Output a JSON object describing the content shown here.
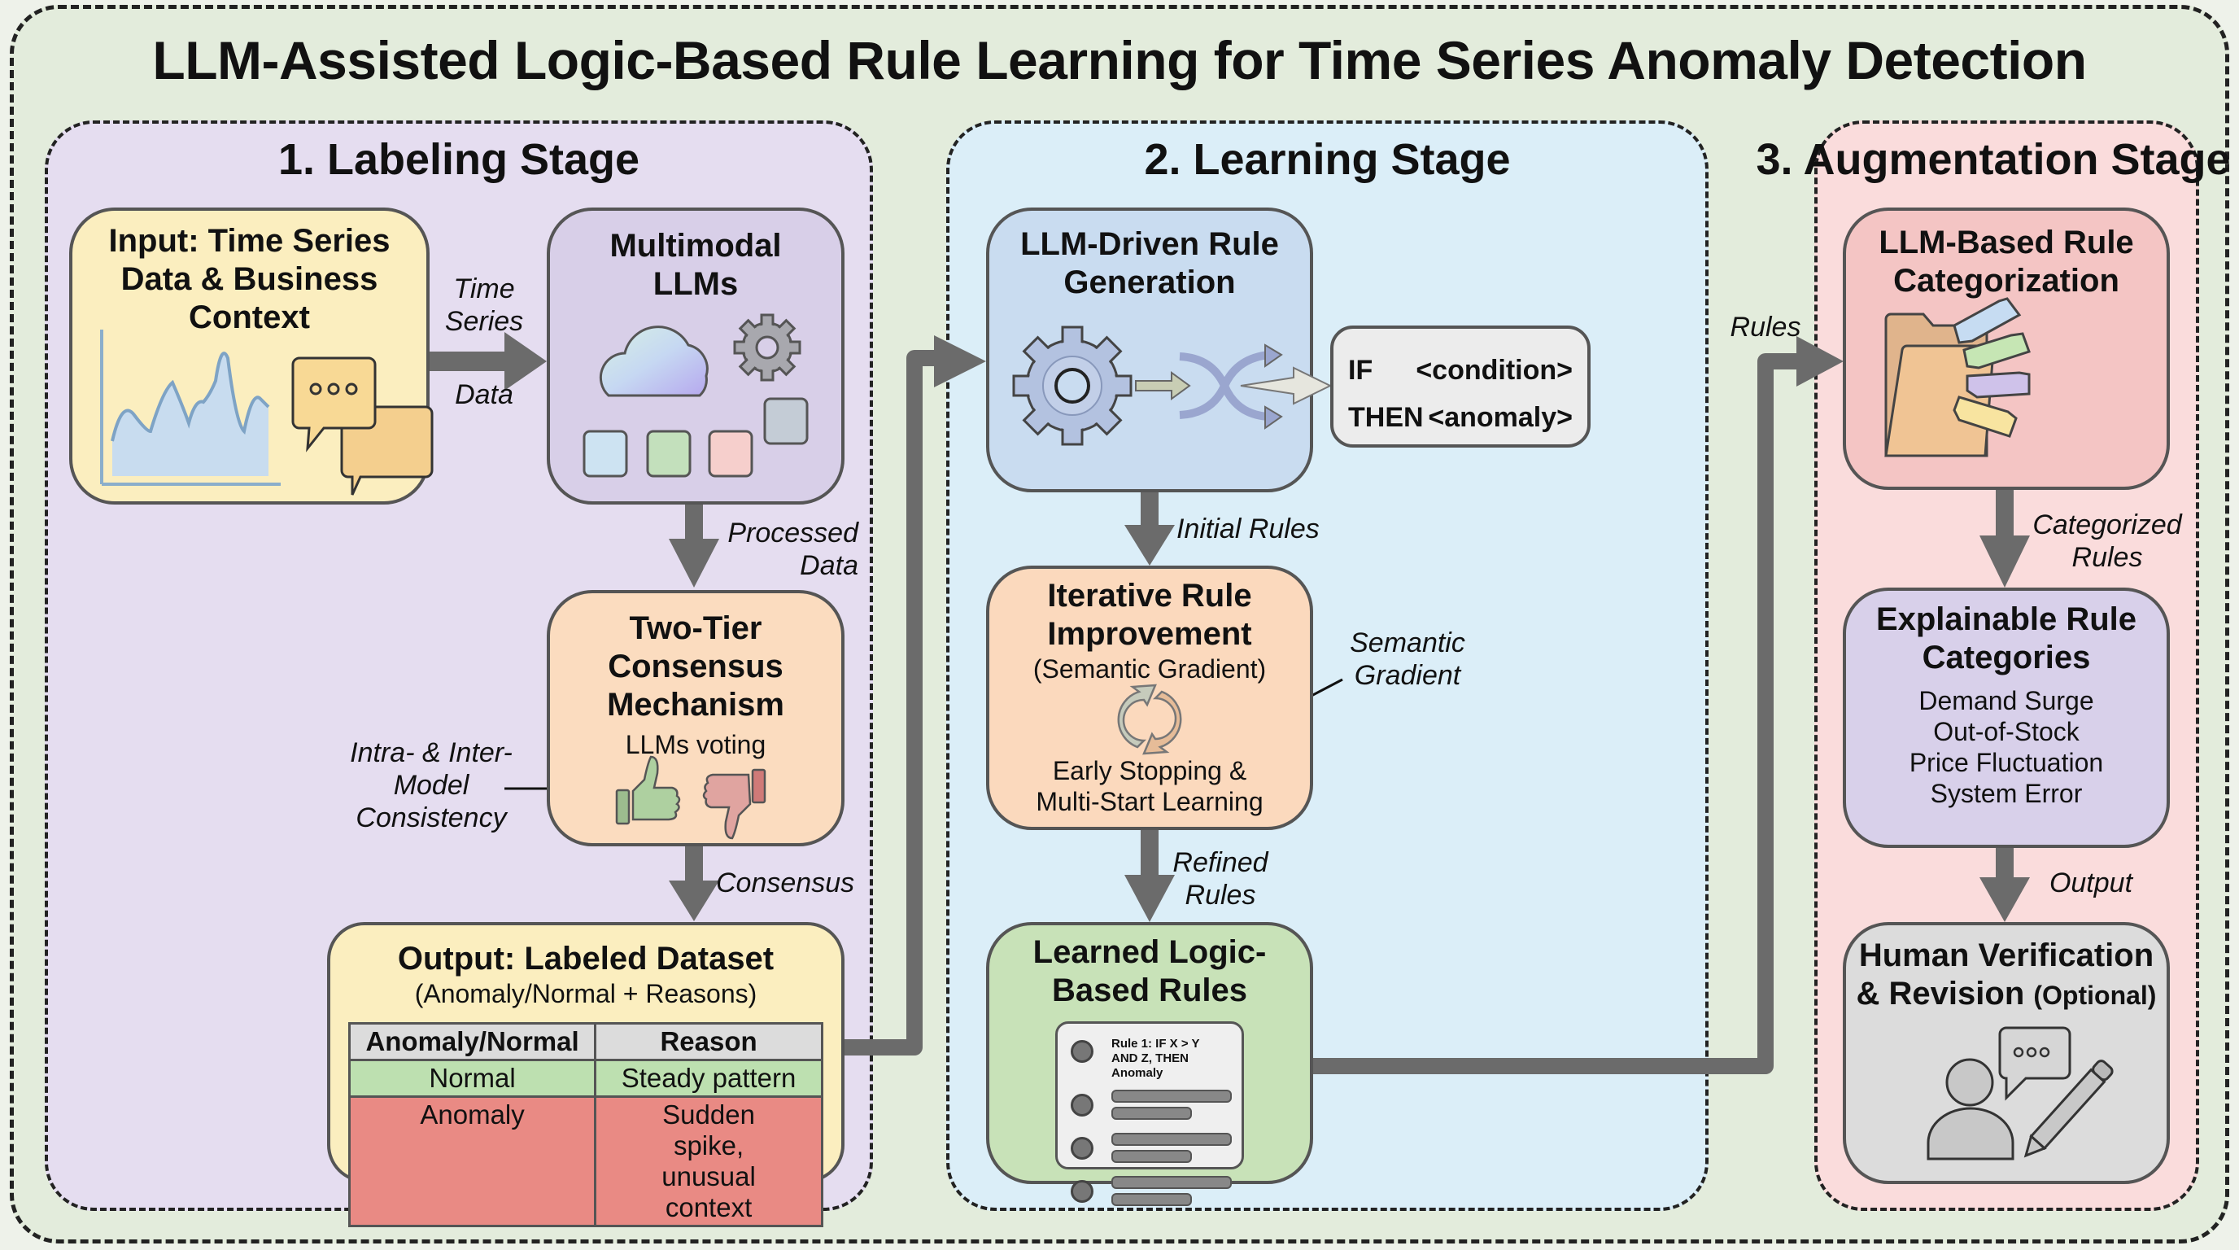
{
  "title": "LLM-Assisted Logic-Based Rule Learning for Time Series Anomaly Detection",
  "colors": {
    "outer_bg": "#e3ecdc",
    "labeling_stage_bg": "#e5ddf0",
    "learning_stage_bg": "#dbeef8",
    "augmentation_stage_bg": "#fadcdc",
    "arrow": "#6b6b6b",
    "normal_row": "#bde0b0",
    "anomaly_row": "#e98a84"
  },
  "stages": {
    "labeling": {
      "title": "1. Labeling Stage",
      "input_box": {
        "title": "Input: Time Series Data & Business Context",
        "icons": [
          "line-chart-icon",
          "chat-bubbles-icon"
        ]
      },
      "llm_box": {
        "title": "Multimodal LLMs",
        "icons": [
          "cloud-icon",
          "gear-icon",
          "modality-tiles-icon"
        ]
      },
      "consensus_box": {
        "title": "Two-Tier Consensus Mechanism",
        "subtitle": "LLMs voting",
        "icons": [
          "thumbs-up-icon",
          "thumbs-down-icon"
        ]
      },
      "output_box": {
        "title": "Output: Labeled Dataset",
        "subtitle": "(Anomaly/Normal + Reasons)",
        "table": {
          "headers": [
            "Anomaly/Normal",
            "Reason"
          ],
          "rows": [
            {
              "label": "Normal",
              "reason": "Steady pattern"
            },
            {
              "label": "Anomaly",
              "reason": "Sudden spike, unusual context"
            }
          ]
        }
      },
      "edge_labels": {
        "time_series": "Time Series",
        "data": "Data",
        "processed_data": "Processed Data",
        "consensus": "Consensus",
        "consistency": "Intra- & Inter-Model Consistency"
      }
    },
    "learning": {
      "title": "2. Learning Stage",
      "generation_box": {
        "title": "LLM-Driven Rule Generation",
        "icons": [
          "gear-icon",
          "shuffle-icon"
        ]
      },
      "rule_template": {
        "if_kw": "IF",
        "if_val": "<condition>",
        "then_kw": "THEN",
        "then_val": "<anomaly>"
      },
      "improvement_box": {
        "title": "Iterative Rule Improvement",
        "subtitle": "(Semantic Gradient)",
        "footer": "Early Stopping & Multi-Start Learning",
        "icons": [
          "refresh-cycle-icon"
        ]
      },
      "learned_box": {
        "title": "Learned Logic-Based Rules",
        "rule_1": "Rule 1: IF X > Y AND Z, THEN Anomaly"
      },
      "edge_labels": {
        "initial_rules": "Initial Rules",
        "semantic_gradient": "Semantic Gradient",
        "refined_rules": "Refined Rules"
      }
    },
    "augmentation": {
      "title": "3. Augmentation Stage",
      "categorization_box": {
        "title": "LLM-Based Rule Categorization",
        "icons": [
          "folder-tags-icon"
        ]
      },
      "categories_box": {
        "title": "Explainable Rule Categories",
        "items": [
          "Demand Surge",
          "Out-of-Stock",
          "Price Fluctuation",
          "System Error"
        ]
      },
      "human_box": {
        "title": "Human Verification & Revision",
        "optional": "(Optional)",
        "icons": [
          "person-icon",
          "chat-bubble-icon",
          "pencil-icon"
        ]
      },
      "edge_labels": {
        "rules": "Rules",
        "categorized_rules": "Categorized Rules",
        "output": "Output"
      }
    }
  }
}
